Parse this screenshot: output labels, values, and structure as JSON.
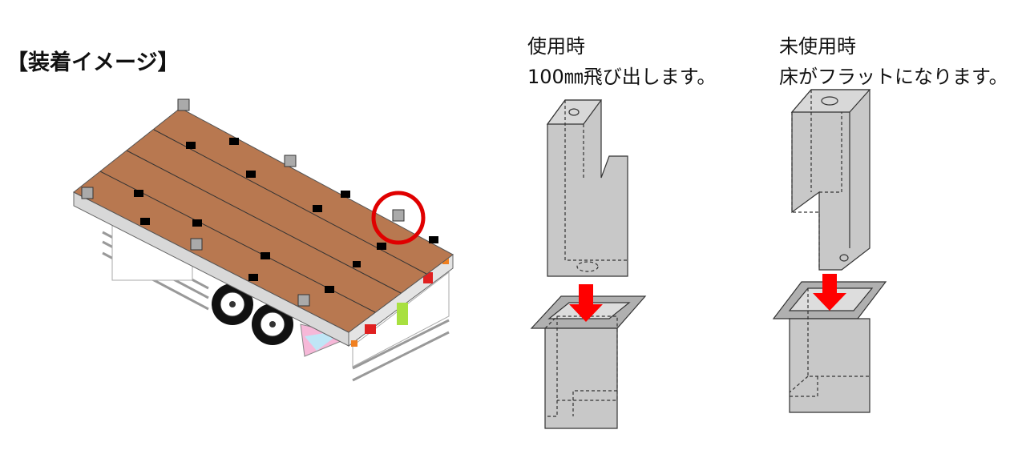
{
  "title": "【装着イメージ】",
  "used": {
    "title": "使用時",
    "description": "100㎜飛び出します。"
  },
  "unused": {
    "title": "未使用時",
    "description": "床がフラットになります。"
  },
  "colors": {
    "deck": "#b87850",
    "box": "#c8c8c8",
    "arrow": "#ff0000",
    "highlight": "#e00000"
  }
}
